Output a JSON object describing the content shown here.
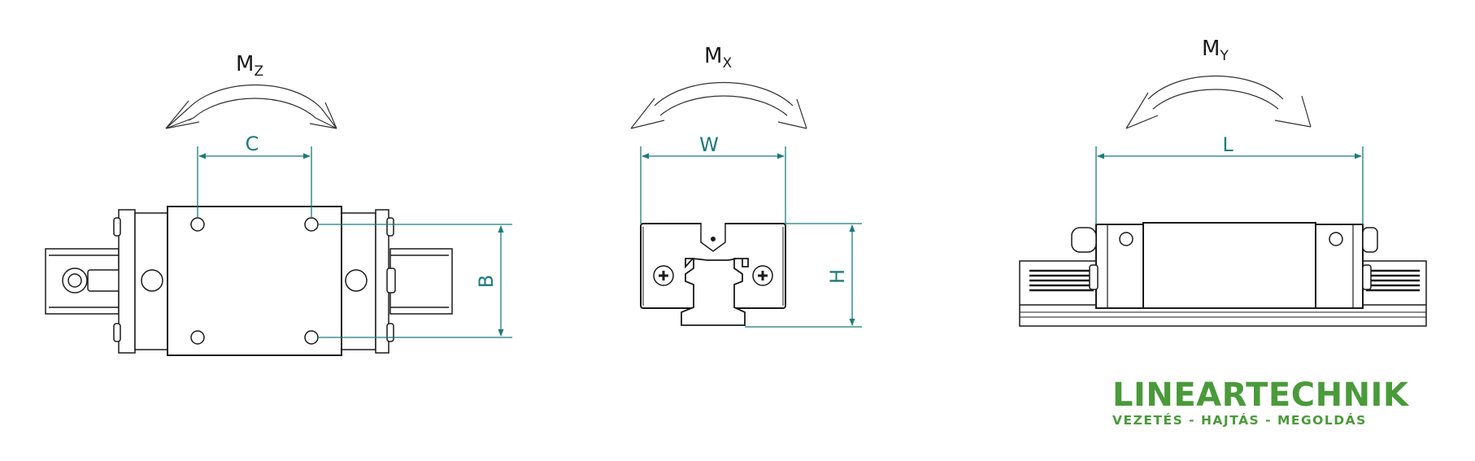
{
  "views": {
    "top": {
      "moment_main": "M",
      "moment_sub": "Z",
      "dim_c": "C",
      "dim_b": "B"
    },
    "front": {
      "moment_main": "M",
      "moment_sub": "X",
      "dim_w": "W",
      "dim_h": "H"
    },
    "side": {
      "moment_main": "M",
      "moment_sub": "Y",
      "dim_l": "L"
    }
  },
  "brand": {
    "name": "LINEARTECHNIK",
    "tagline": "VEZETÉS - HAJTÁS - MEGOLDÁS"
  },
  "colors": {
    "dimension": "#1b7b7b",
    "outline": "#1a1a1a",
    "brand_green": "#4a9a3a"
  }
}
